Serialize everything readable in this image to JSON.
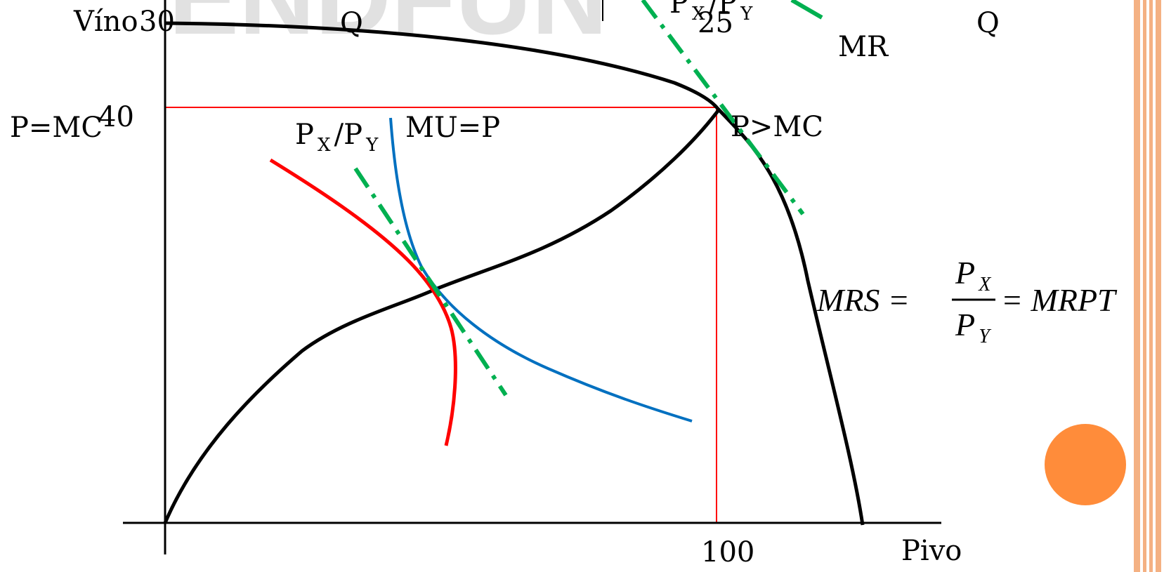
{
  "watermark": "ENDFUN",
  "colors": {
    "axis": "#000000",
    "ppf": "#000000",
    "indifference": "#ff0000",
    "utility_curve": "#0070c0",
    "price_line": "#00b050",
    "guide_lines": "#ff0000",
    "accent_circle": "#ff8c3a",
    "side_stripes": "#f4b183"
  },
  "labels": {
    "y_axis": "Víno",
    "y_tick_30": "30",
    "y_tick_40": "40",
    "q_left": "Q",
    "q_right": "Q",
    "top_price_main": "P",
    "top_price_sub1": "X",
    "top_price_slash": "/P",
    "top_price_sub2": "Y",
    "top_tick_25": "25",
    "mr": "MR",
    "p_eq_mc": "P=MC",
    "p_gt_mc": "P>MC",
    "mid_price_main": "P",
    "mid_price_sub1": "X",
    "mid_price_slash": "/P",
    "mid_price_sub2": "Y",
    "mu_eq_p": "MU=P",
    "x_tick_100": "100",
    "x_axis": "Pivo"
  },
  "equation": {
    "lhs": "MRS =",
    "numerator": "P",
    "numerator_sub": "X",
    "denominator": "P",
    "denominator_sub": "Y",
    "rhs": "= MRPT"
  }
}
